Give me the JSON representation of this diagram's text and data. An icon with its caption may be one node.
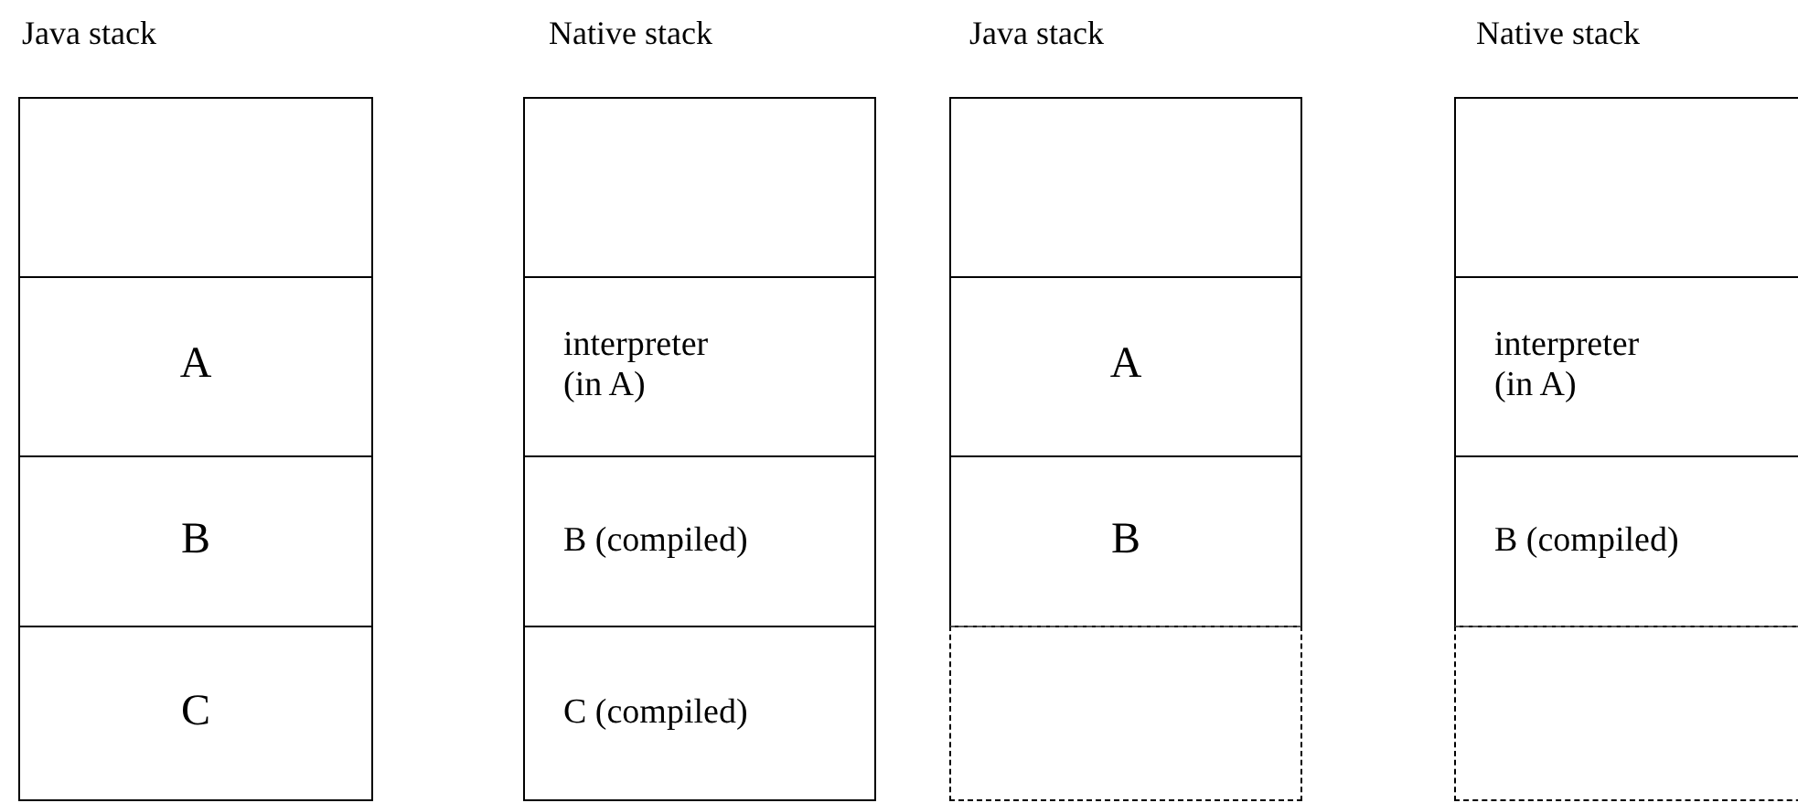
{
  "diagram": {
    "nodes": [
      {
        "text": [
          "Java stack"
        ]
      },
      {
        "text": [],
        "shape": "box",
        "in": 0
      },
      {
        "text": [
          "A"
        ],
        "in": 0
      },
      {
        "text": [
          "B"
        ],
        "in": 0
      },
      {
        "text": [
          "C"
        ],
        "in": 0
      },
      {
        "text": [
          "Native stack"
        ]
      },
      {
        "text": [],
        "shape": "box",
        "in": 5
      },
      {
        "text": [
          "interpreter (in A)"
        ],
        "in": 5
      },
      {
        "text": [
          "B (compiled)"
        ],
        "in": 5
      },
      {
        "text": [
          "C (compiled)"
        ],
        "in": 5
      },
      {
        "text": [
          "Java stack"
        ]
      },
      {
        "text": [],
        "shape": "box",
        "in": 10
      },
      {
        "text": [
          "A"
        ],
        "in": 10
      },
      {
        "text": [
          "B"
        ],
        "in": 10
      },
      {
        "text": [],
        "shape": "box",
        "in": 10
      },
      {
        "text": [
          "Native stack"
        ]
      },
      {
        "text": [],
        "shape": "box",
        "in": 15
      },
      {
        "text": [
          "interpreter (in A)"
        ],
        "in": 15
      },
      {
        "text": [
          "B (compiled)"
        ],
        "in": 15
      },
      {
        "text": [],
        "shape": "box",
        "in": 15
      }
    ]
  }
}
